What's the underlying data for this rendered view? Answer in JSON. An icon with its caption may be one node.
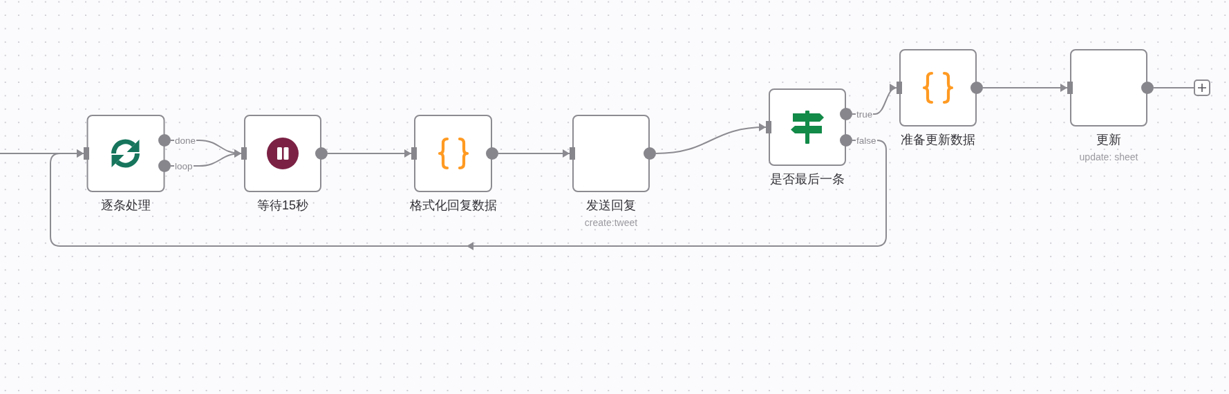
{
  "diagram": {
    "nodes": [
      {
        "text": [
          "逐条处理"
        ]
      },
      {
        "text": [
          "等待15秒"
        ]
      },
      {
        "text": [
          "格式化回复数据"
        ]
      },
      {
        "text": [
          "发送回复",
          "create:tweet"
        ]
      },
      {
        "text": [
          "是否最后一条"
        ]
      },
      {
        "text": [
          "准备更新数据"
        ]
      },
      {
        "text": [
          "更新",
          "update: sheet"
        ]
      },
      {
        "text": [],
        "shape": "box"
      }
    ],
    "edges": [
      {
        "from": null,
        "to": 0,
        "arrow": "to"
      },
      {
        "from": 0,
        "to": 1,
        "arrow": "to",
        "label": "done"
      },
      {
        "from": 0,
        "to": 1,
        "arrow": "to",
        "label": "loop"
      },
      {
        "from": 1,
        "to": 2,
        "arrow": "to"
      },
      {
        "from": 2,
        "to": 3,
        "arrow": "to"
      },
      {
        "from": 3,
        "to": 4,
        "arrow": "to"
      },
      {
        "from": 4,
        "to": 5,
        "arrow": "to",
        "label": "true"
      },
      {
        "from": 4,
        "to": 0,
        "arrow": "to",
        "label": "false"
      },
      {
        "from": 5,
        "to": 6,
        "arrow": "to"
      },
      {
        "from": 6,
        "to": 7,
        "arrow": "none"
      }
    ]
  }
}
